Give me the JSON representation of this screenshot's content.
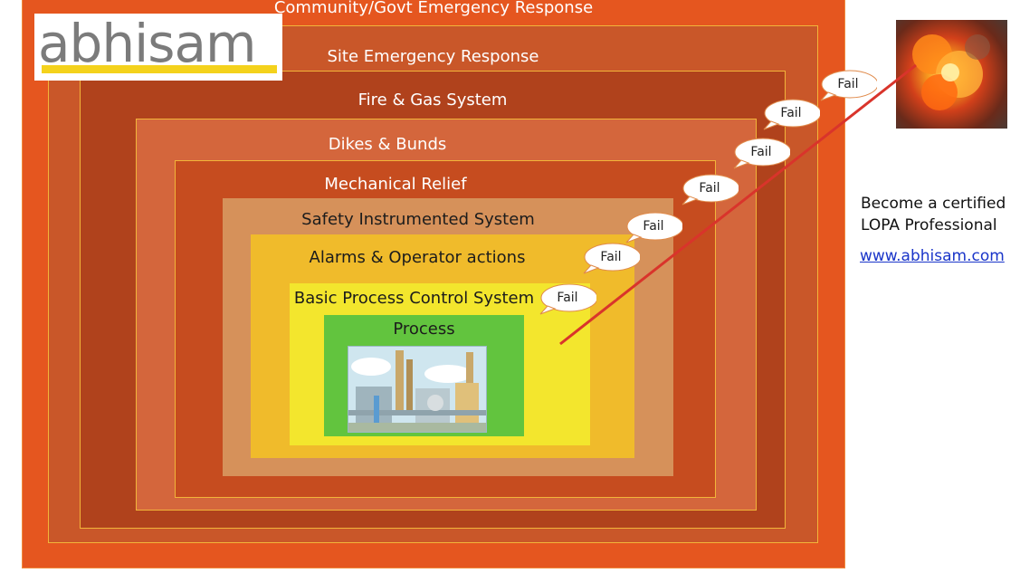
{
  "logo": {
    "text": "abhisam"
  },
  "layers": [
    {
      "label": "Community/Govt Emergency Response"
    },
    {
      "label": "Site Emergency Response"
    },
    {
      "label": "Fire & Gas System"
    },
    {
      "label": "Dikes & Bunds"
    },
    {
      "label": "Mechanical Relief"
    },
    {
      "label": "Safety Instrumented System"
    },
    {
      "label": "Alarms & Operator actions"
    },
    {
      "label": "Basic Process Control System"
    },
    {
      "label": "Process"
    }
  ],
  "fail_callouts": [
    "Fail",
    "Fail",
    "Fail",
    "Fail",
    "Fail",
    "Fail",
    "Fail"
  ],
  "side_panel": {
    "line1": "Become a certified",
    "line2": "LOPA Professional",
    "link": "www.abhisam.com"
  },
  "colors": {
    "outer_layer": "#e5561f",
    "process": "#62c43e",
    "bpcs": "#f3e62d",
    "failure_line": "#d9342b",
    "logo_bar": "#f4d21c",
    "link": "#1a35c9"
  },
  "icons": [
    "refinery-illustration",
    "fire-explosion-photo",
    "speech-bubble-icon"
  ]
}
